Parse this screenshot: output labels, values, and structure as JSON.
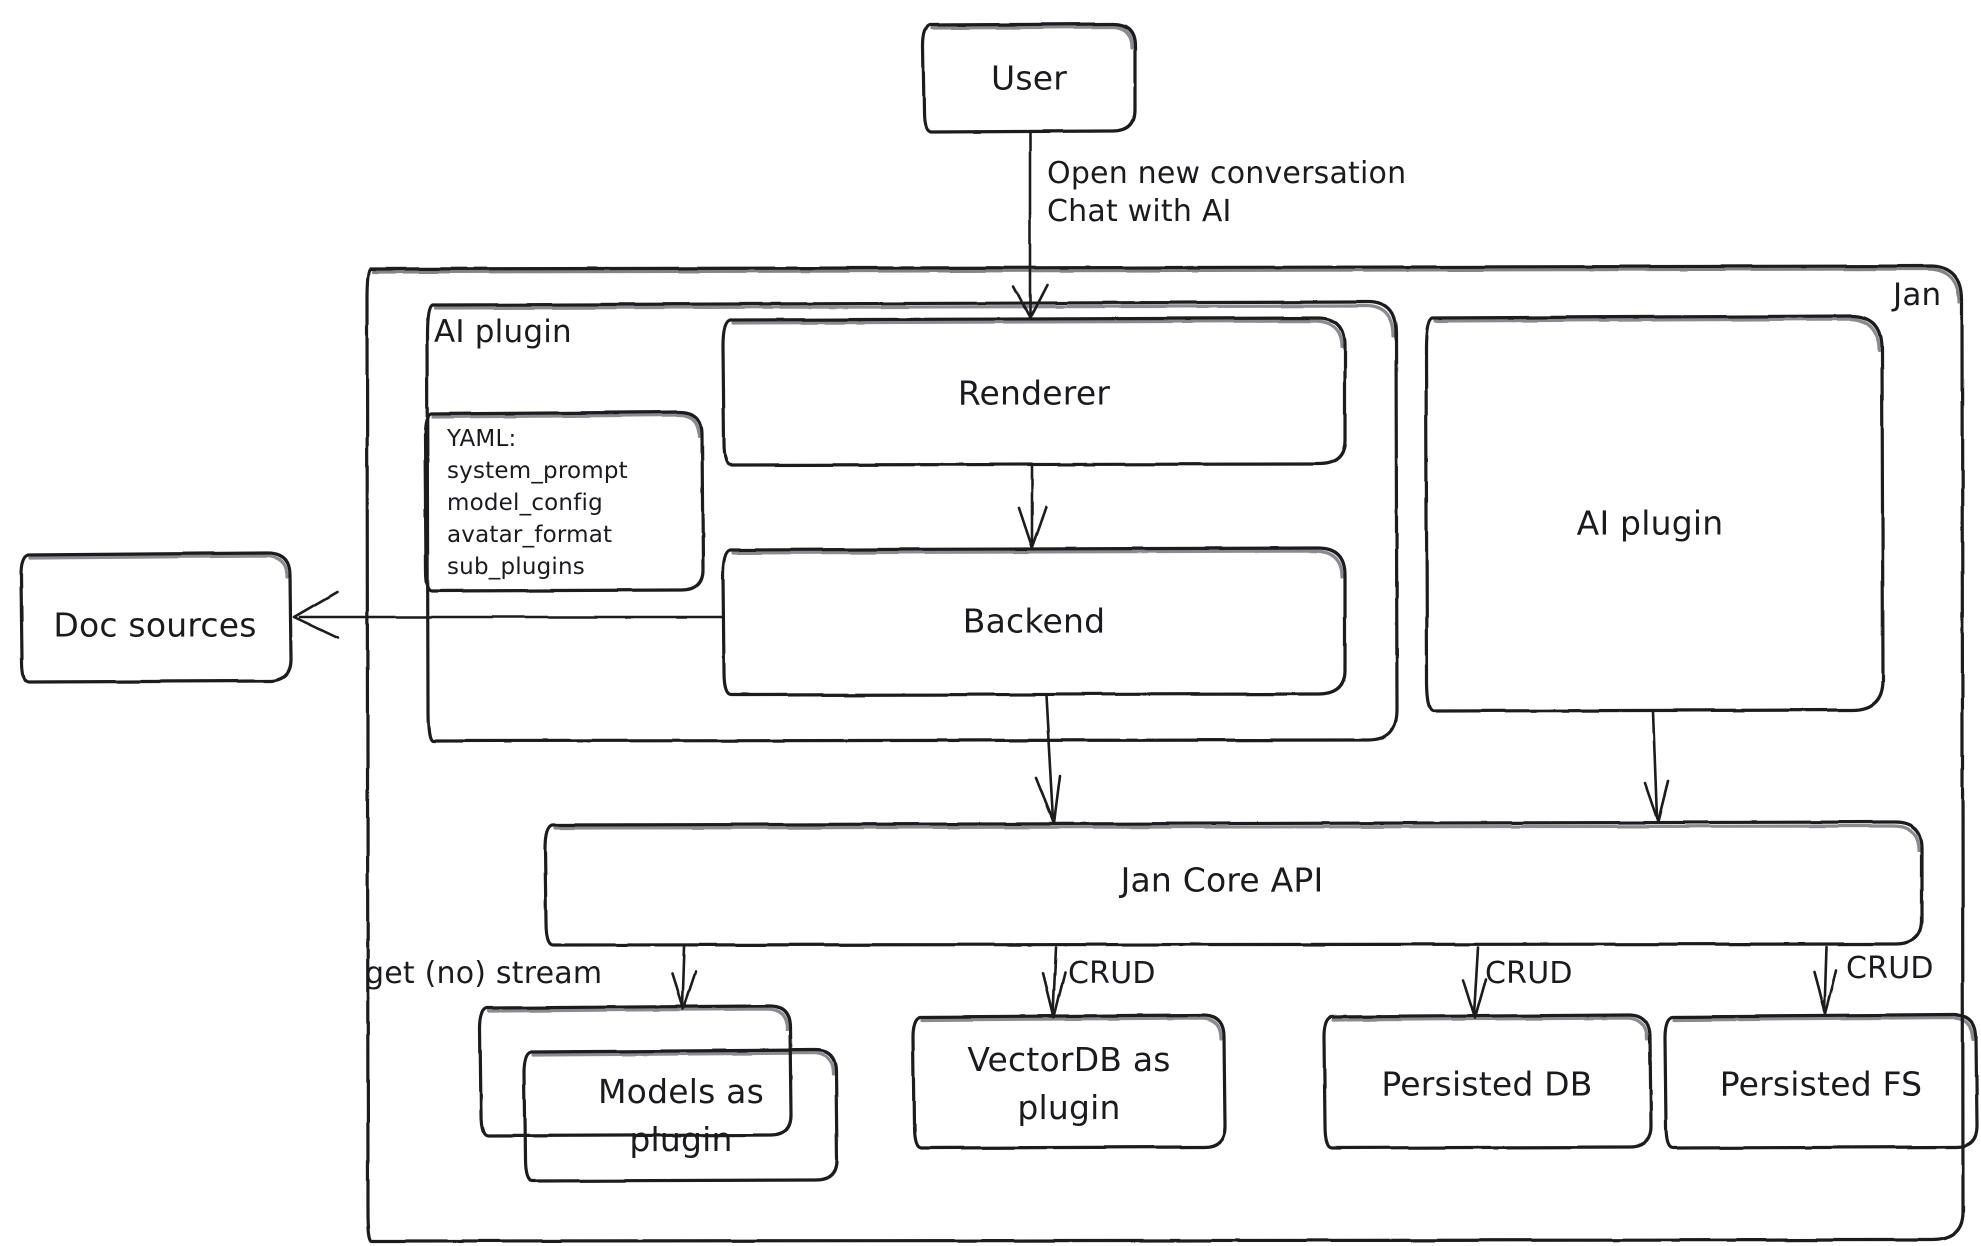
{
  "diagram": {
    "title": "Jan architecture diagram",
    "style": "hand-drawn",
    "stroke_color": "#1b1b1f",
    "background_color": "#ffffff"
  },
  "containers": [
    {
      "id": "jan",
      "label": "Jan",
      "label_position": "top-right"
    },
    {
      "id": "ai_plugin_group",
      "label": "AI plugin",
      "label_position": "top-left"
    }
  ],
  "nodes": {
    "user": {
      "label": "User"
    },
    "renderer": {
      "label": "Renderer"
    },
    "backend": {
      "label": "Backend"
    },
    "ai_plugin_right": {
      "label": "AI plugin"
    },
    "jan_core_api": {
      "label": "Jan Core API"
    },
    "doc_sources": {
      "label": "Doc sources"
    },
    "models_plugin": {
      "label": "Models as\nplugin"
    },
    "vectordb_plugin": {
      "label": "VectorDB as\nplugin"
    },
    "persisted_db": {
      "label": "Persisted DB"
    },
    "persisted_fs": {
      "label": "Persisted FS"
    }
  },
  "yaml_note": {
    "header": "YAML:",
    "keys": [
      "system_prompt",
      "model_config",
      "avatar_format",
      "sub_plugins"
    ]
  },
  "edge_labels": {
    "user_to_renderer": "Open new conversation\nChat with AI",
    "core_to_models": "get (no) stream",
    "core_to_vectordb": "CRUD",
    "core_to_persisted_db": "CRUD",
    "core_to_persisted_fs": "CRUD"
  },
  "edges": [
    {
      "from": "user",
      "to": "renderer",
      "label": "Open new conversation / Chat with AI"
    },
    {
      "from": "renderer",
      "to": "backend",
      "label": ""
    },
    {
      "from": "backend",
      "to": "doc_sources",
      "label": ""
    },
    {
      "from": "backend",
      "to": "jan_core_api",
      "label": ""
    },
    {
      "from": "ai_plugin_right",
      "to": "jan_core_api",
      "label": ""
    },
    {
      "from": "jan_core_api",
      "to": "models_plugin",
      "label": "get (no) stream"
    },
    {
      "from": "jan_core_api",
      "to": "vectordb_plugin",
      "label": "CRUD"
    },
    {
      "from": "jan_core_api",
      "to": "persisted_db",
      "label": "CRUD"
    },
    {
      "from": "jan_core_api",
      "to": "persisted_fs",
      "label": "CRUD"
    }
  ]
}
